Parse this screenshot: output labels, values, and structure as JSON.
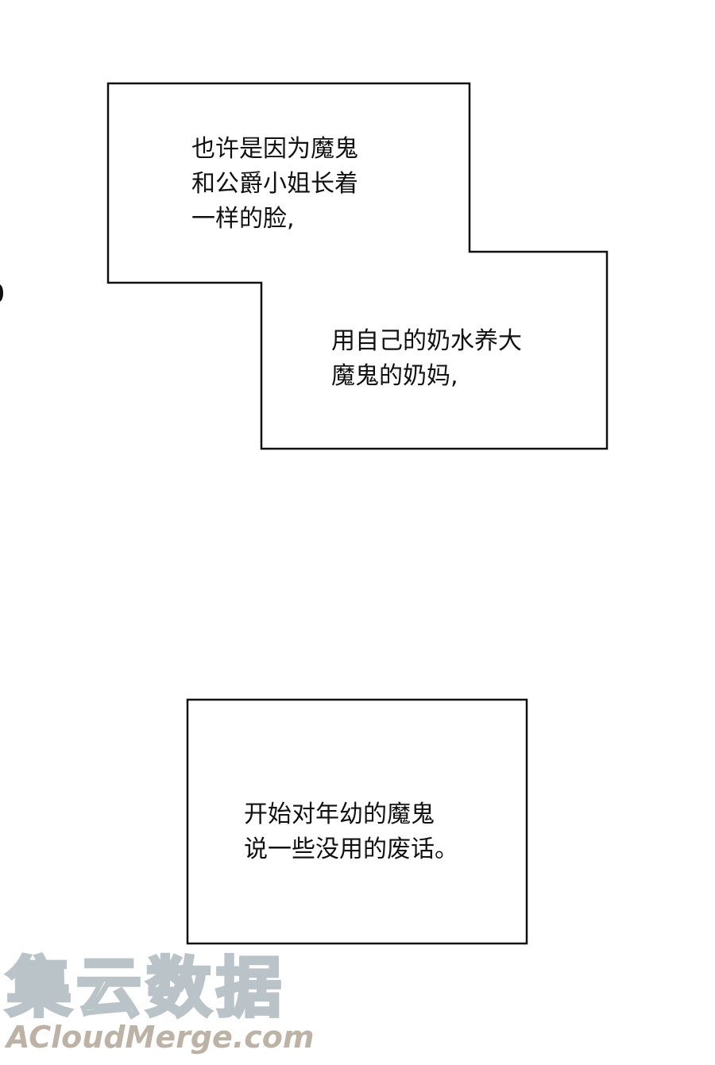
{
  "caption_1": {
    "lines": [
      "也许是因为魔鬼",
      "和公爵小姐长着",
      "一样的脸,"
    ]
  },
  "caption_2": {
    "lines": [
      "用自己的奶水养大",
      "魔鬼的奶妈,"
    ]
  },
  "caption_3": {
    "lines": [
      "开始对年幼的魔鬼",
      "说一些没用的废话。"
    ]
  },
  "watermark": {
    "title": "集云数据",
    "subtitle": "ACloudMerge.com"
  }
}
